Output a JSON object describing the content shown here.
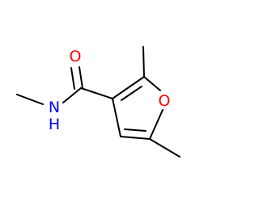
{
  "molecule": {
    "atoms": {
      "amide_oxygen": {
        "symbol": "O"
      },
      "amide_nitrogen": {
        "symbol": "N"
      },
      "amide_hydrogen": {
        "symbol": "H"
      },
      "ring_oxygen": {
        "symbol": "O"
      }
    },
    "colors": {
      "bond": "#000000",
      "oxygen": "#ff0000",
      "nitrogen": "#0000ff"
    }
  }
}
